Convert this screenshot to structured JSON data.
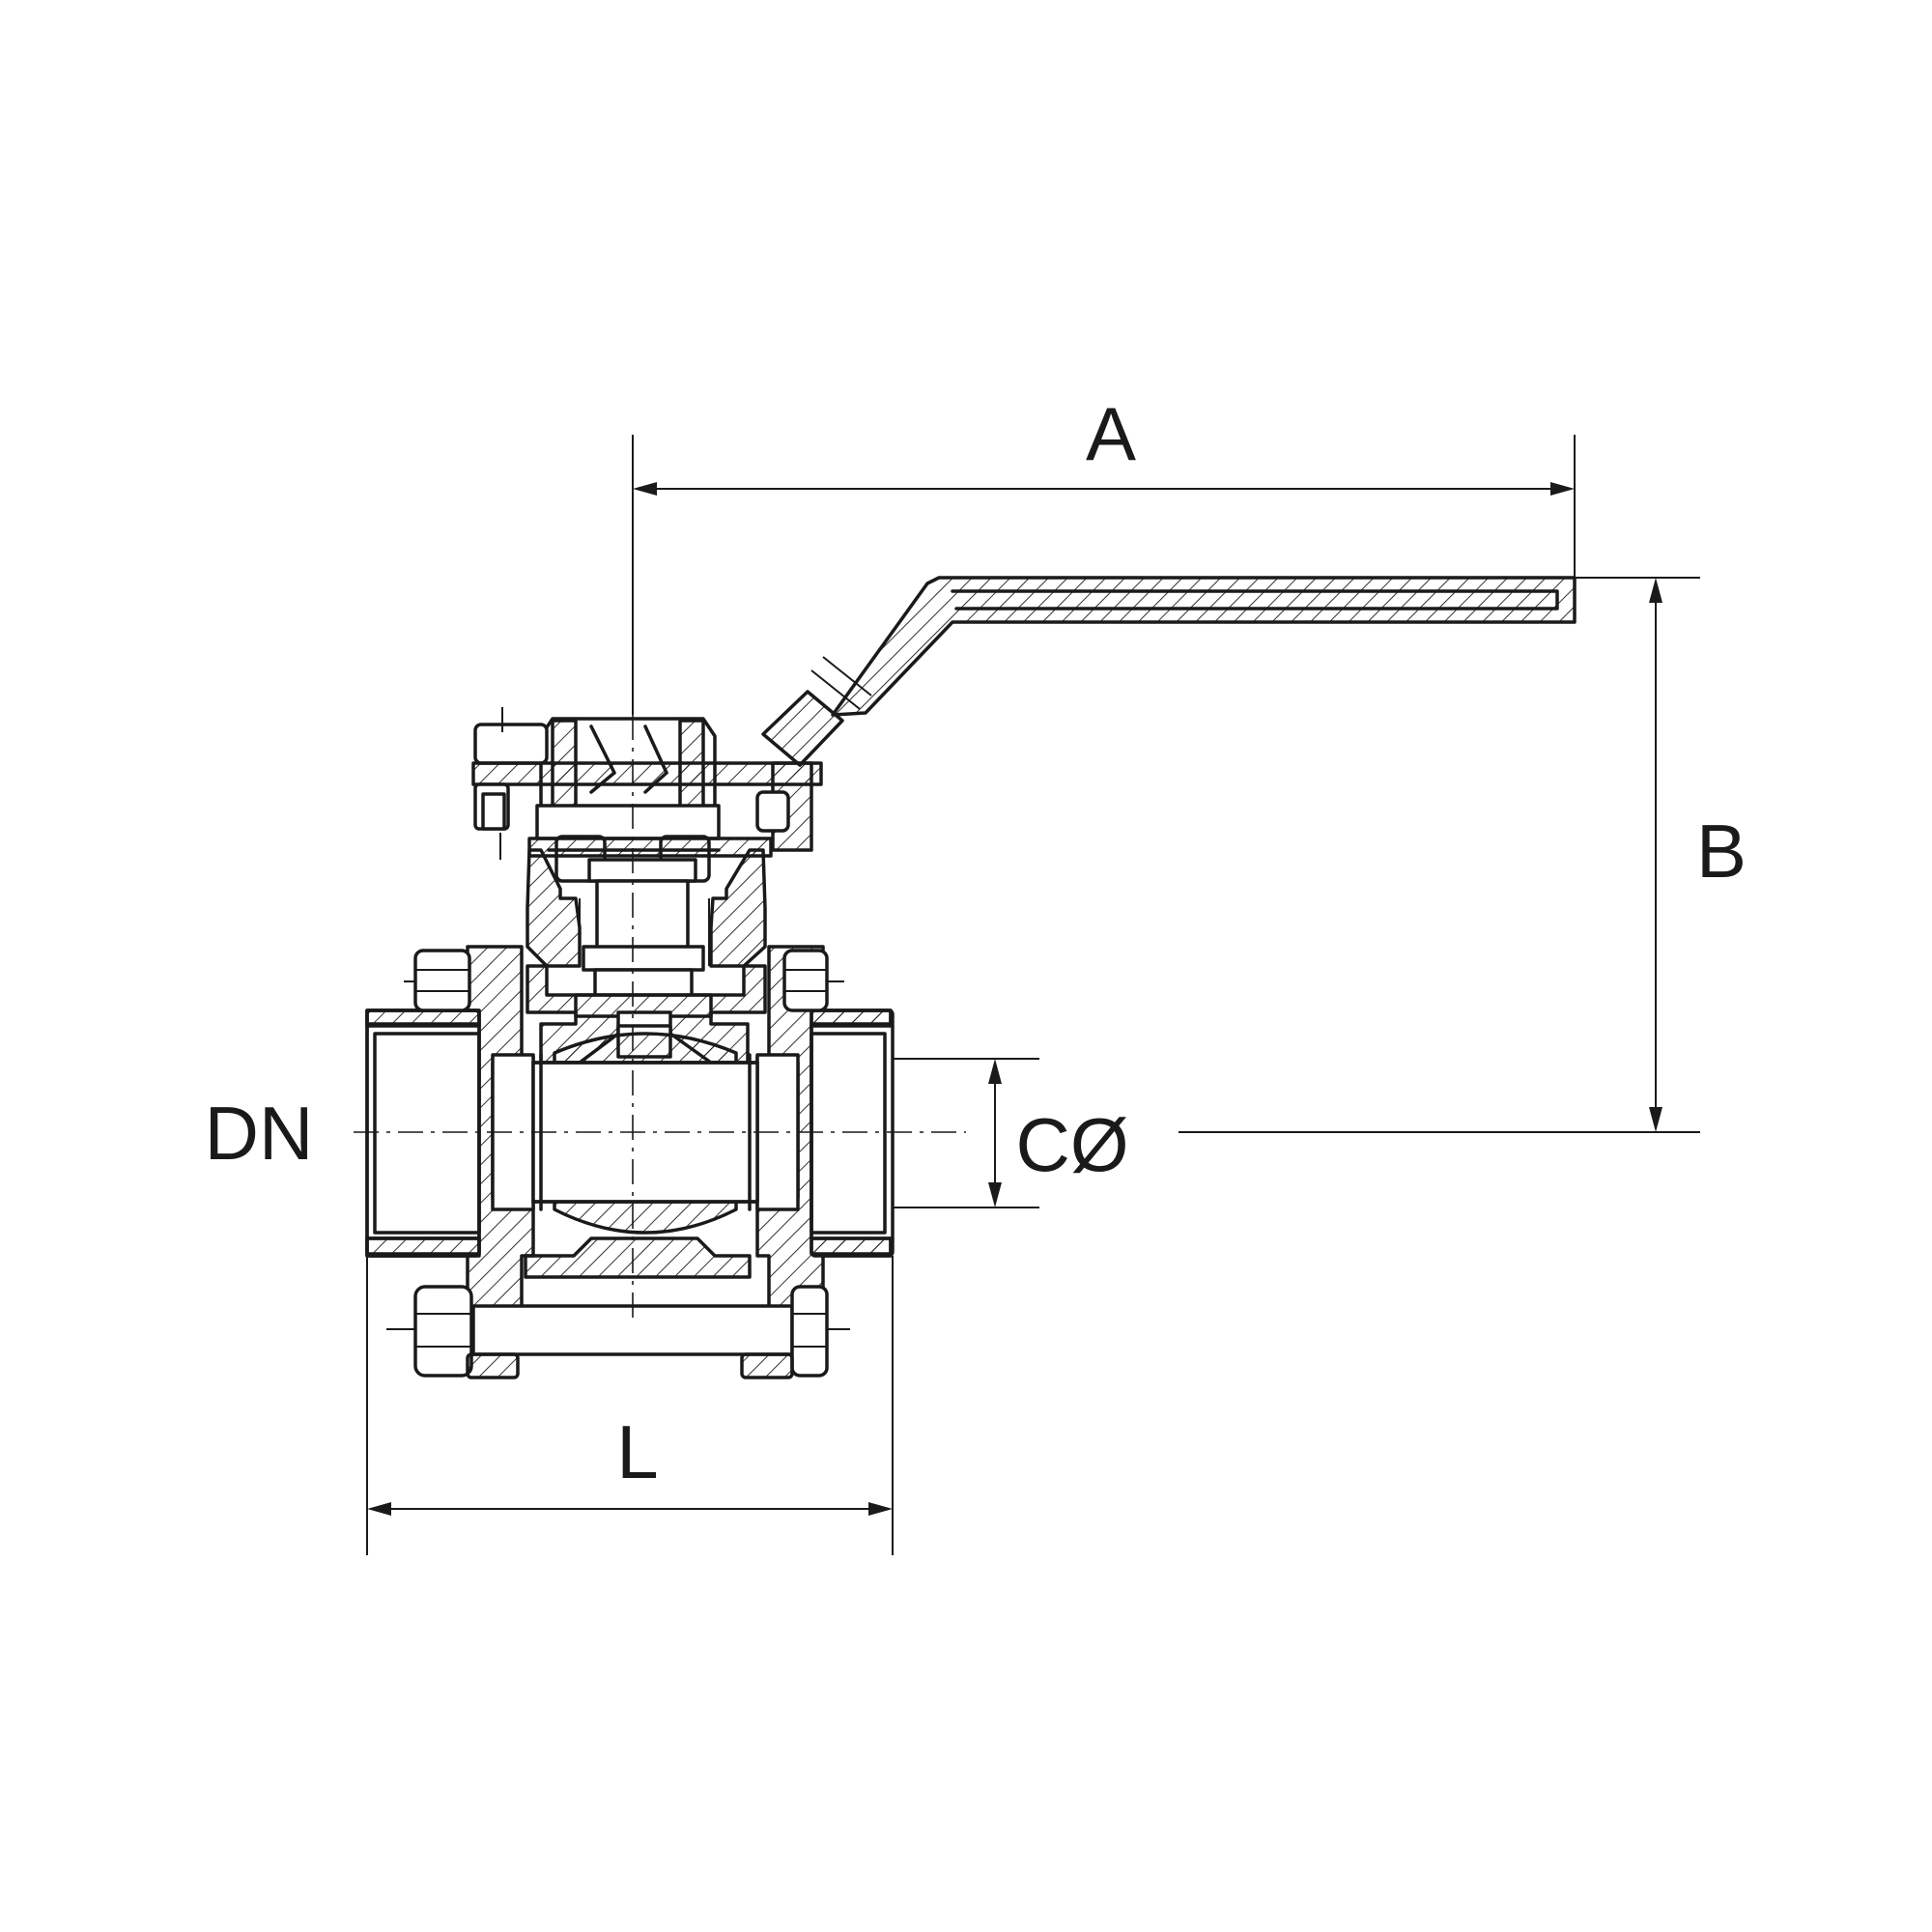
{
  "diagram": {
    "labels": {
      "handle_length": "A",
      "handle_height": "B",
      "nominal_diameter": "DN",
      "bore_diameter": "CØ",
      "body_length": "L"
    },
    "line_color": "#1a1a1a",
    "background": "#ffffff"
  }
}
